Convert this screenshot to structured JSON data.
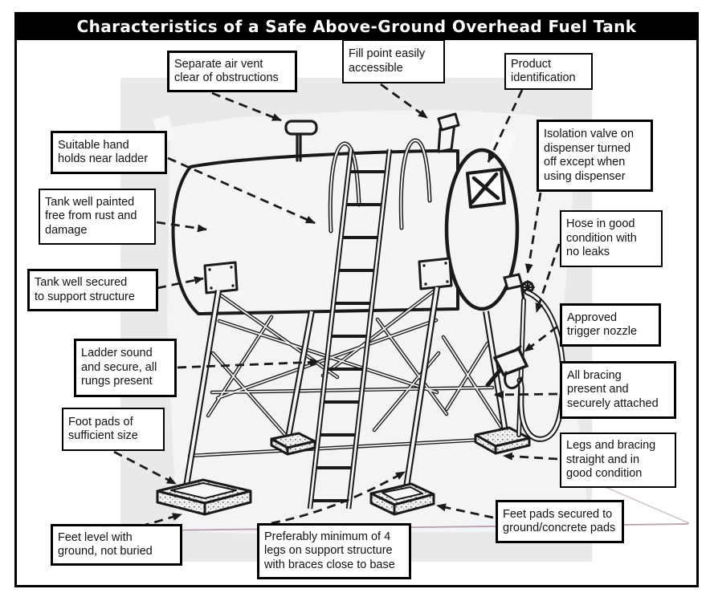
{
  "title": "Characteristics of a Safe Above-Ground Overhead Fuel Tank",
  "colors": {
    "frame": "#000000",
    "title_bg": "#000000",
    "title_text": "#ffffff",
    "scan_background": "#e7e9ea",
    "paper": "#f3f4f6",
    "ink": "#1a1a1a",
    "callout_bg": "#ffffff",
    "paper_edge_line": "#b79fac"
  },
  "diagram": {
    "subject": "Above-ground overhead fuel tank on braced support legs with ladder, dispensing hose and nozzle",
    "product_placard_symbol": "X"
  },
  "callouts": [
    {
      "id": "separate-air-vent",
      "text": "Separate air vent\nclear of obstructions"
    },
    {
      "id": "fill-point",
      "text": "Fill point easily\naccessible"
    },
    {
      "id": "product-identification",
      "text": "Product\nidentification"
    },
    {
      "id": "suitable-hand-holds",
      "text": "Suitable hand\nholds near ladder"
    },
    {
      "id": "tank-well-painted",
      "text": "Tank well painted\nfree from rust and\ndamage"
    },
    {
      "id": "tank-well-secured",
      "text": "Tank well secured\nto support structure"
    },
    {
      "id": "ladder-sound",
      "text": "Ladder sound\nand secure, all\nrungs present"
    },
    {
      "id": "foot-pads-size",
      "text": "Foot pads of\nsufficient size"
    },
    {
      "id": "feet-level",
      "text": "Feet level with\nground, not buried"
    },
    {
      "id": "minimum-legs",
      "text": "Preferably minimum of 4\nlegs on support structure\nwith braces close to base"
    },
    {
      "id": "isolation-valve",
      "text": "Isolation valve on\ndispenser turned\noff except when\nusing dispenser"
    },
    {
      "id": "hose-condition",
      "text": "Hose in good\ncondition with\nno leaks"
    },
    {
      "id": "approved-trigger-nozzle",
      "text": "Approved\ntrigger nozzle"
    },
    {
      "id": "all-bracing",
      "text": "All bracing\npresent and\nsecurely attached"
    },
    {
      "id": "legs-bracing",
      "text": "Legs and bracing\nstraight and in\ngood condition"
    },
    {
      "id": "feet-pads-secured",
      "text": "Feet pads secured to\nground/concrete pads"
    }
  ]
}
